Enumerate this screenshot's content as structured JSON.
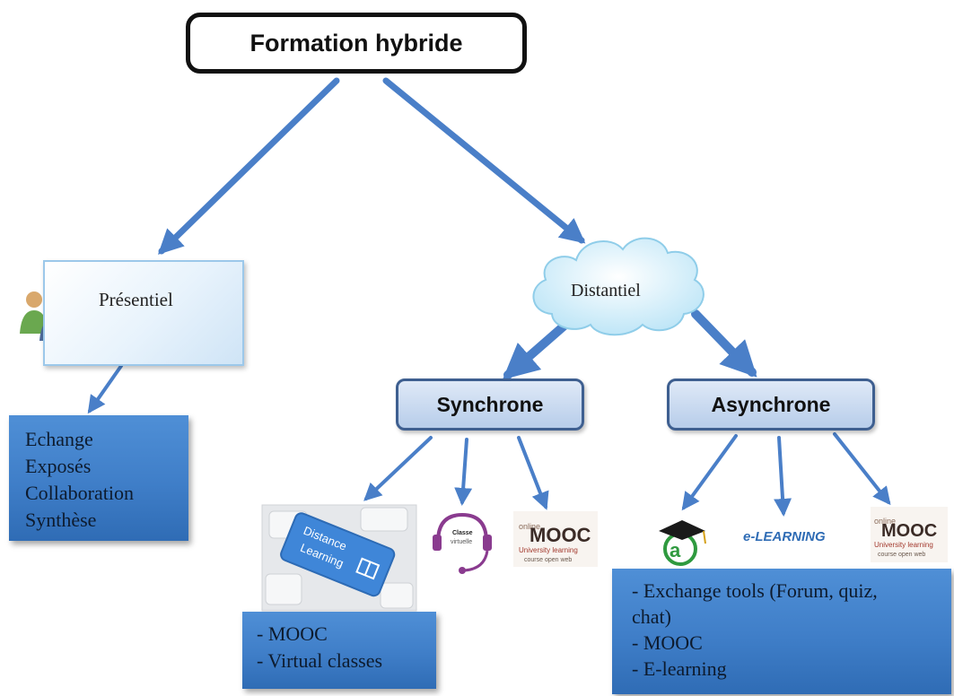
{
  "root": {
    "title": "Formation hybride"
  },
  "presentiel": {
    "label": "Présentiel",
    "activities": [
      "Echange",
      "Exposés",
      "Collaboration",
      "Synthèse"
    ]
  },
  "distantiel": {
    "label": "Distantiel"
  },
  "synchrone": {
    "label": "Synchrone",
    "image_labels": {
      "keyboard_key": [
        "Distance",
        "Learning"
      ],
      "headset": [
        "Classe",
        "virtuelle"
      ],
      "mooc": "MOOC"
    },
    "list": [
      "- MOOC",
      "- Virtual classes"
    ]
  },
  "asynchrone": {
    "label": "Asynchrone",
    "image_labels": {
      "elearning": "e-LEARNING",
      "mooc": "MOOC"
    },
    "list": [
      "- Exchange tools (Forum, quiz,",
      "chat)",
      "- MOOC",
      "- E-learning"
    ]
  },
  "colors": {
    "arrow": "#4a7fc8",
    "box_blue": "#3f7ec8",
    "box_border": "#3e5f90"
  }
}
